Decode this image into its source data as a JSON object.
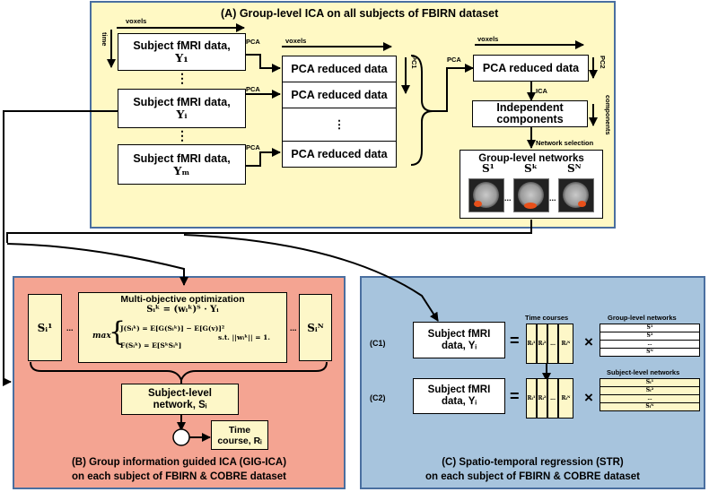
{
  "panel_a": {
    "title": "(A) Group-level ICA on all subjects of FBIRN dataset",
    "axis_voxels": "voxels",
    "axis_time": "time",
    "subject1": {
      "line1": "Subject fMRI data,",
      "line2": "Y₁"
    },
    "subjecti": {
      "line1": "Subject fMRI data,",
      "line2": "Yᵢ"
    },
    "subjectM": {
      "line1": "Subject fMRI data,",
      "line2": "Yₘ"
    },
    "pca_label": "PCA",
    "pca_reduced": "PCA reduced data",
    "pca_dots": "⋮",
    "pc1": "PC1",
    "pc2": "PC2",
    "voxels2": "voxels",
    "voxels3": "voxels",
    "pca_final": "PCA reduced data",
    "ica_label": "ICA",
    "independent": "Independent components",
    "components": "components",
    "network_selection": "Network selection",
    "group_networks": "Group-level networks",
    "s1": "S¹",
    "sk": "Sᵏ",
    "sN": "Sᴺ",
    "ellipsis": "...",
    "vdots": "⋮"
  },
  "panel_b": {
    "title_line1": "(B) Group information guided ICA (GIG-ICA)",
    "title_line2": "on each subject of FBIRN & COBRE dataset",
    "left_s": "Sᵢ¹",
    "right_s": "Sᵢᴺ",
    "dots": "...",
    "opt_title": "Multi-objective optimization",
    "opt_eq1": "Sᵢᵏ = (wᵢᵏ)ᵀ · Yᵢ",
    "opt_max": "max",
    "opt_eq2": "J(Sᵢᵏ) = E[G(Sᵢᵏ)] − E[G(v)]²",
    "opt_st": "s.t. ||wᵢᵏ|| = 1.",
    "opt_eq3": "F(Sᵢᵏ) = E[SᵏSᵢᵏ]",
    "subject_network_l1": "Subject-level",
    "subject_network_l2": "network, Sᵢ",
    "timecourse_l1": "Time",
    "timecourse_l2": "course, Rᵢ"
  },
  "panel_c": {
    "title_line1": "(C) Spatio-temporal regression (STR)",
    "title_line2": "on each subject of FBIRN & COBRE dataset",
    "c1": "(C1)",
    "c2": "(C2)",
    "subject_l1": "Subject fMRI",
    "subject_l2": "data, Yᵢ",
    "equals": "=",
    "times": "×",
    "time_courses": "Time courses",
    "group_level": "Group-level networks",
    "subject_level": "Subject-level networks",
    "r1": "Rᵢ¹",
    "r2": "Rᵢ²",
    "rN": "Rᵢᴺ",
    "s1": "S¹",
    "s2": "S²",
    "sN": "Sᴺ",
    "si1": "Sᵢ¹",
    "si2": "Sᵢ²",
    "siN": "Sᵢᴺ",
    "dots": "...",
    "hdots": "..."
  },
  "colors": {
    "panel_a_bg": "#fff9c4",
    "panel_b_bg": "#f4a492",
    "panel_c_bg": "#a7c4dd",
    "panel_border": "#4a6fa0",
    "yellow_box": "#fdf7c8",
    "hotspot": "#e8501a"
  }
}
